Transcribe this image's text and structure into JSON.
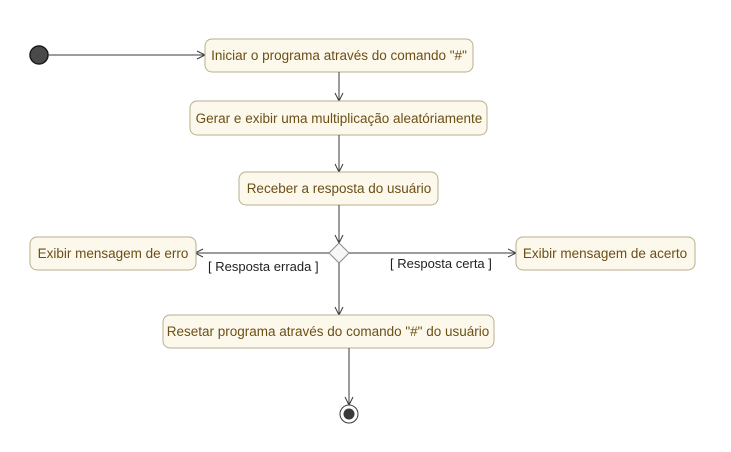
{
  "nodes": {
    "start": "Iniciar o programa através do comando \"#\"",
    "generate": "Gerar e exibir uma multiplicação aleatóriamente",
    "receive": "Receber a resposta do usuário",
    "error": "Exibir mensagem de erro",
    "success": "Exibir mensagem de acerto",
    "reset": "Resetar programa através do comando \"#\" do usuário"
  },
  "guards": {
    "wrong": "[ Resposta errada ]",
    "right": "[ Resposta certa ]"
  },
  "colors": {
    "node_fill": "#fcf9ec",
    "node_border": "#b9ae8c",
    "node_text": "#6b4f17",
    "edge": "#3a3a3a"
  }
}
